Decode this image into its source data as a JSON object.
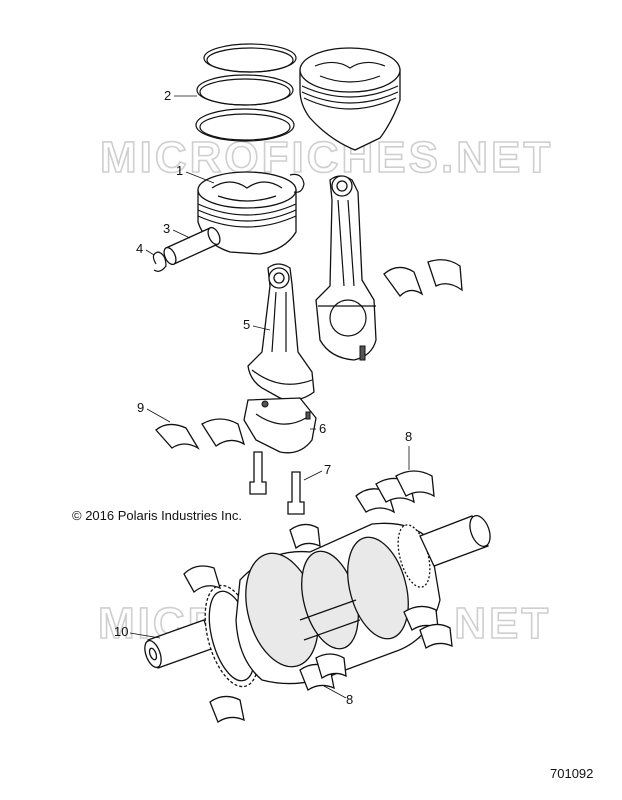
{
  "watermark": "MICROFICHES.NET",
  "copyright": "© 2016 Polaris Industries Inc.",
  "part_number": "701092",
  "callouts": [
    "1",
    "2",
    "3",
    "4",
    "5",
    "6",
    "7",
    "8",
    "8",
    "9",
    "10"
  ]
}
